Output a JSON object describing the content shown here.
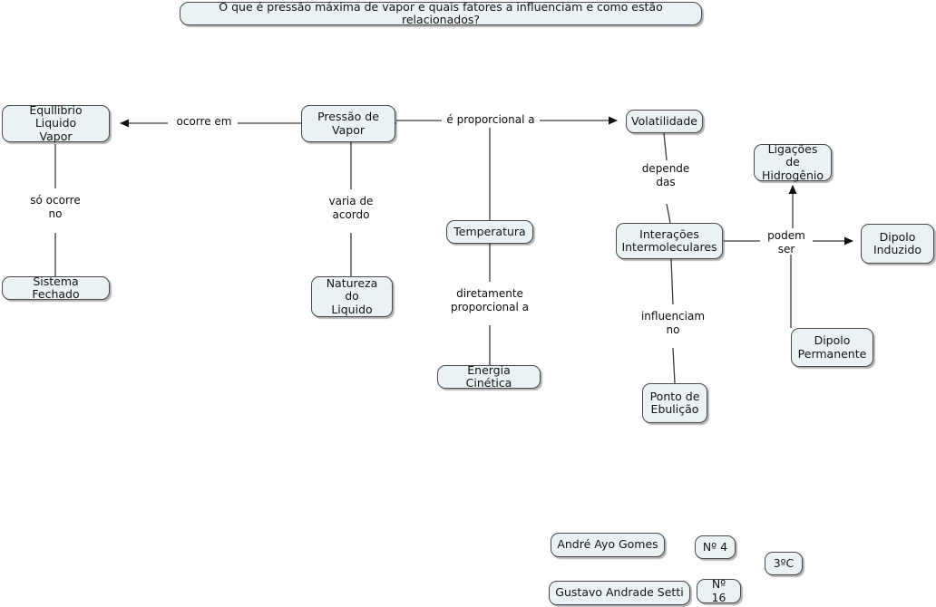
{
  "map": {
    "title_node": {
      "text": "O que é pressão máxima de vapor e quais fatores a influenciam e como estão relacionados?"
    },
    "nodes": [
      {
        "id": "equilibrio",
        "text": "Equllibrio Liquido\nVapor"
      },
      {
        "id": "sistema-fechado",
        "text": "Sistema Fechado"
      },
      {
        "id": "pressao-de-vapor",
        "text": "Pressão de\nVapor"
      },
      {
        "id": "natureza-do-liquido",
        "text": "Natureza do\nLiquido"
      },
      {
        "id": "temperatura",
        "text": "Temperatura"
      },
      {
        "id": "energia-cinetica",
        "text": "Energia Cinética"
      },
      {
        "id": "volatilidade",
        "text": "Volatilidade"
      },
      {
        "id": "interacoes-intermoleculares",
        "text": "Interações\nIntermoleculares"
      },
      {
        "id": "ponto-de-ebulicao",
        "text": "Ponto de\nEbulição"
      },
      {
        "id": "ligacoes-de-hidrogenio",
        "text": "Ligações de\nHidrogênio"
      },
      {
        "id": "dipolo-induzido",
        "text": "Dipolo\nInduzido"
      },
      {
        "id": "dipolo-permanente",
        "text": "Dipolo\nPermanente"
      }
    ],
    "link_labels": [
      {
        "id": "ocorre-em",
        "text": "ocorre em"
      },
      {
        "id": "so-ocorre-no",
        "text": "só ocorre\nno"
      },
      {
        "id": "varia-de-acordo",
        "text": "varia de\nacordo"
      },
      {
        "id": "e-proporcional-a",
        "text": "é proporcional a"
      },
      {
        "id": "diretamente-proporcional-a",
        "text": "diretamente\nproporcional a"
      },
      {
        "id": "depende-das",
        "text": "depende\ndas"
      },
      {
        "id": "influenciam-no",
        "text": "influenciam\nno"
      },
      {
        "id": "podem-ser",
        "text": "podem\nser"
      }
    ],
    "authors": [
      {
        "id": "author-1-name",
        "text": "André Ayo Gomes"
      },
      {
        "id": "author-1-number",
        "text": "Nº 4"
      },
      {
        "id": "author-2-name",
        "text": "Gustavo Andrade Setti"
      },
      {
        "id": "author-2-number",
        "text": "Nº 16"
      },
      {
        "id": "class",
        "text": "3ºC"
      }
    ],
    "colors": {
      "node_fill": "#eaf2f5",
      "node_border": "#4a4a4a",
      "link_line": "#3c3c3c",
      "background": "#ffffff",
      "text": "#141414"
    }
  }
}
